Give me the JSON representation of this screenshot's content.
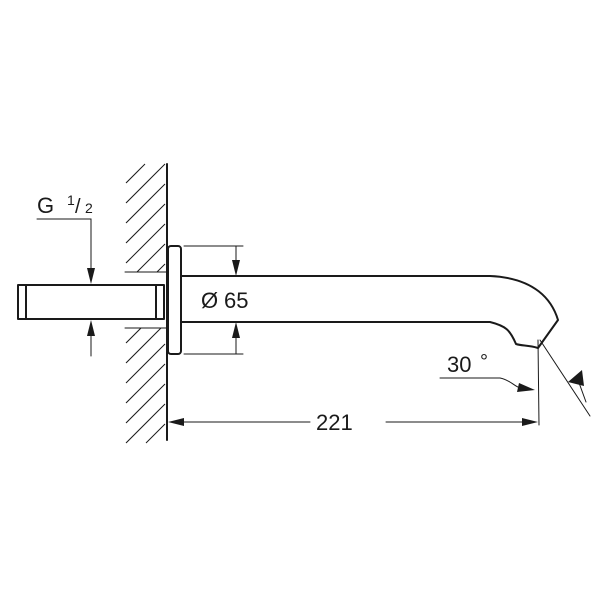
{
  "thread": {
    "prefix": "G",
    "numerator": "1",
    "slash": "/",
    "denominator": "2"
  },
  "diameter": {
    "symbol": "Ø",
    "value": "65"
  },
  "angle": {
    "value": "30",
    "unit": "°"
  },
  "length": {
    "value": "221"
  },
  "colors": {
    "line": "#1a1a1a",
    "background": "#ffffff"
  }
}
